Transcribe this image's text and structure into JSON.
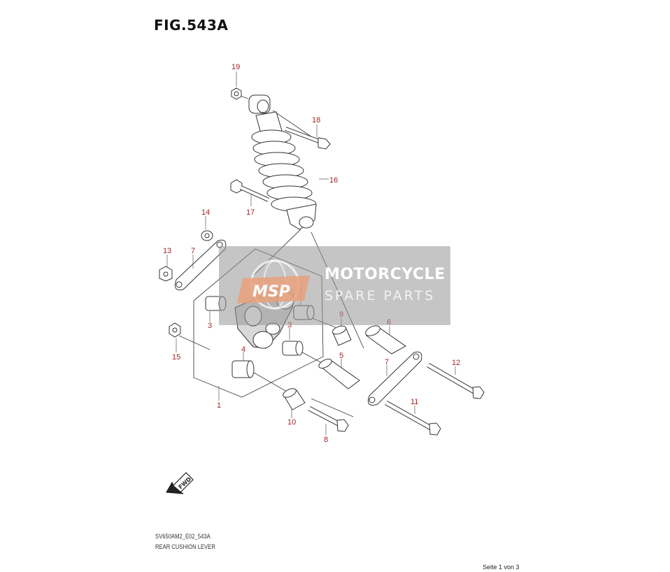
{
  "figure": {
    "title": "FIG.543A"
  },
  "callouts": {
    "c1": "1",
    "c2": "2",
    "c3a": "3",
    "c3b": "3",
    "c4": "4",
    "c5": "5",
    "c6": "6",
    "c7a": "7",
    "c7b": "7",
    "c8": "8",
    "c9": "9",
    "c10": "10",
    "c11": "11",
    "c12": "12",
    "c13": "13",
    "c14": "14",
    "c15": "15",
    "c16": "16",
    "c17": "17",
    "c18": "18",
    "c19": "19"
  },
  "watermark": {
    "logo_text": "MSP",
    "line1": "MOTORCYCLE",
    "line2": "SPARE PARTS"
  },
  "direction_marker": {
    "label": "FWD",
    "icon": "forward-arrow-icon"
  },
  "footer": {
    "code": "SV650AM2_E02_543A",
    "name": "REAR CUSHION LEVER",
    "page": "Seite 1 von 3"
  }
}
